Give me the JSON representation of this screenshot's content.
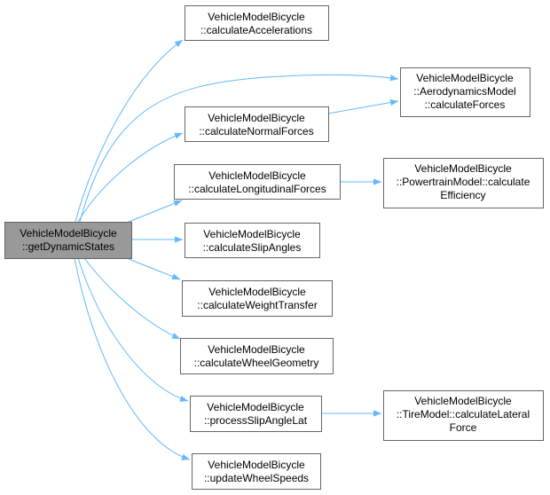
{
  "graph": {
    "root": {
      "lines": [
        "VehicleModelBicycle",
        "::getDynamicStates"
      ]
    },
    "nodes": {
      "accel": {
        "lines": [
          "VehicleModelBicycle",
          "::calculateAccelerations"
        ]
      },
      "aero": {
        "lines": [
          "VehicleModelBicycle",
          "::AerodynamicsModel",
          "::calculateForces"
        ]
      },
      "normal": {
        "lines": [
          "VehicleModelBicycle",
          "::calculateNormalForces"
        ]
      },
      "longit": {
        "lines": [
          "VehicleModelBicycle",
          "::calculateLongitudinalForces"
        ]
      },
      "powertrain": {
        "lines": [
          "VehicleModelBicycle",
          "::PowertrainModel::calculate",
          "Efficiency"
        ]
      },
      "slip": {
        "lines": [
          "VehicleModelBicycle",
          "::calculateSlipAngles"
        ]
      },
      "weight": {
        "lines": [
          "VehicleModelBicycle",
          "::calculateWeightTransfer"
        ]
      },
      "geom": {
        "lines": [
          "VehicleModelBicycle",
          "::calculateWheelGeometry"
        ]
      },
      "process": {
        "lines": [
          "VehicleModelBicycle",
          "::processSlipAngleLat"
        ]
      },
      "tire": {
        "lines": [
          "VehicleModelBicycle",
          "::TireModel::calculateLateral",
          "Force"
        ]
      },
      "wheels": {
        "lines": [
          "VehicleModelBicycle",
          "::updateWheelSpeeds"
        ]
      }
    },
    "colors": {
      "edge": "#63b8ff",
      "root_fill": "#999999",
      "border": "#666666"
    }
  }
}
